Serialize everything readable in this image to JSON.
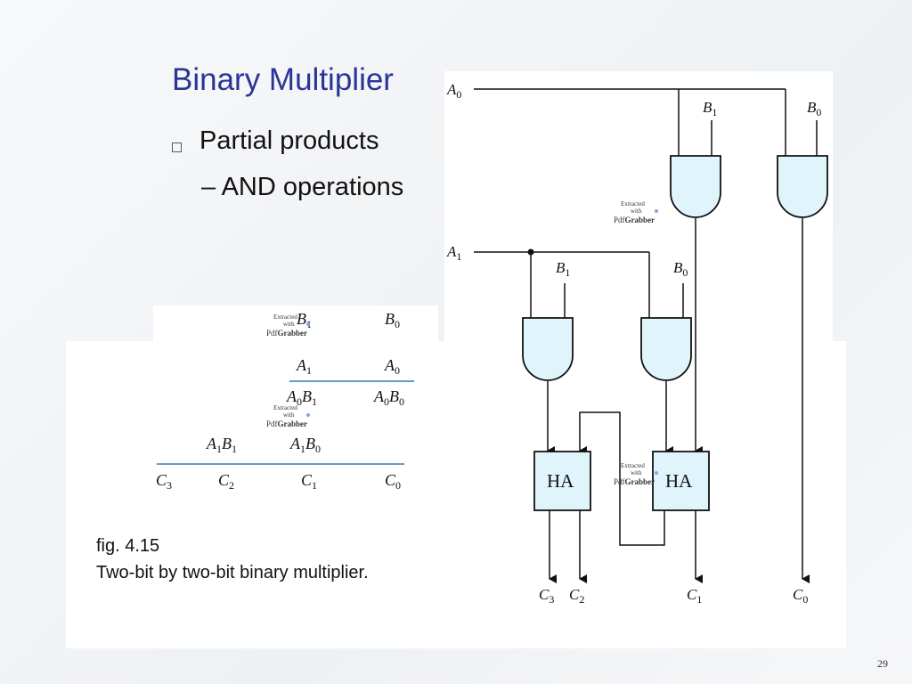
{
  "slide": {
    "title": "Binary Multiplier",
    "bullet1": "Partial products",
    "bullet2": "– AND operations",
    "caption_line1": "fig. 4.15",
    "caption_line2": "Two-bit by two-bit binary multiplier.",
    "page_number": "29"
  },
  "table": {
    "row1": [
      {
        "base": "B",
        "sub": "1"
      },
      {
        "base": "B",
        "sub": "0"
      }
    ],
    "row2": [
      {
        "base": "A",
        "sub": "1"
      },
      {
        "base": "A",
        "sub": "0"
      }
    ],
    "row3": [
      {
        "a": "A",
        "as": "0",
        "b": "B",
        "bs": "1"
      },
      {
        "a": "A",
        "as": "0",
        "b": "B",
        "bs": "0"
      }
    ],
    "row4": [
      {
        "a": "A",
        "as": "1",
        "b": "B",
        "bs": "1"
      },
      {
        "a": "A",
        "as": "1",
        "b": "B",
        "bs": "0"
      }
    ],
    "row5": [
      {
        "base": "C",
        "sub": "3"
      },
      {
        "base": "C",
        "sub": "2"
      },
      {
        "base": "C",
        "sub": "1"
      },
      {
        "base": "C",
        "sub": "0"
      }
    ]
  },
  "circuit": {
    "inputs": {
      "a0": {
        "base": "A",
        "sub": "0"
      },
      "a1": {
        "base": "A",
        "sub": "1"
      },
      "b1_top": {
        "base": "B",
        "sub": "1"
      },
      "b0_top": {
        "base": "B",
        "sub": "0"
      },
      "b1_mid": {
        "base": "B",
        "sub": "1"
      },
      "b0_mid": {
        "base": "B",
        "sub": "0"
      }
    },
    "ha_label": "HA",
    "outputs": {
      "c3": {
        "base": "C",
        "sub": "3"
      },
      "c2": {
        "base": "C",
        "sub": "2"
      },
      "c1": {
        "base": "C",
        "sub": "1"
      },
      "c0": {
        "base": "C",
        "sub": "0"
      }
    }
  },
  "watermark": {
    "line1": "Extracted",
    "line2": "with",
    "brand_a": "Pdf",
    "brand_b": "Grabber"
  },
  "colors": {
    "title": "#2b3595",
    "gate_fill": "#dff4fb",
    "rule": "#2a7fc4"
  }
}
